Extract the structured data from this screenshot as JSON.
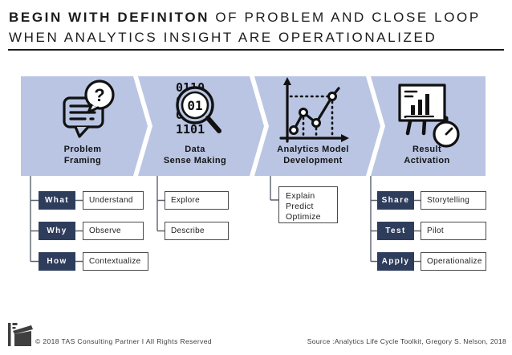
{
  "title": {
    "bold": "BEGIN WITH DEFINITON",
    "line1_rest": " OF PROBLEM AND CLOSE LOOP",
    "line2": "WHEN ANALYTICS INSIGHT ARE OPERATIONALIZED"
  },
  "colors": {
    "chevron_fill": "#b9c5e3",
    "navy_box": "#2e3d5c",
    "connector": "#5b6270",
    "icon_stroke": "#111111",
    "title_text": "#1c1c1c"
  },
  "stages": [
    {
      "label_line1": "Problem",
      "label_line2": "Framing",
      "icon": "chat-question-icon"
    },
    {
      "label_line1": "Data",
      "label_line2": "Sense Making",
      "icon": "magnifier-binary-icon"
    },
    {
      "label_line1": "Analytics Model",
      "label_line2": "Development",
      "icon": "line-chart-icon"
    },
    {
      "label_line1": "Result",
      "label_line2": "Activation",
      "icon": "presentation-stopwatch-icon"
    }
  ],
  "branches": {
    "problem_framing": [
      {
        "tag": "What",
        "value": "Understand"
      },
      {
        "tag": "Why",
        "value": "Observe"
      },
      {
        "tag": "How",
        "value": "Contextualize"
      }
    ],
    "data_sense_making": [
      {
        "value": "Explore"
      },
      {
        "value": "Describe"
      }
    ],
    "analytics_model": {
      "lines": [
        "Explain",
        "Predict",
        "Optimize"
      ]
    },
    "result_activation": [
      {
        "tag": "Share",
        "value": "Storytelling"
      },
      {
        "tag": "Test",
        "value": "Pilot"
      },
      {
        "tag": "Apply",
        "value": "Operationalize"
      }
    ]
  },
  "footer": {
    "left": "© 2018 TAS Consulting Partner  I  All Rights Reserved",
    "right": "Source :Analytics Life Cycle Toolkit, Gregory S. Nelson, 2018"
  }
}
